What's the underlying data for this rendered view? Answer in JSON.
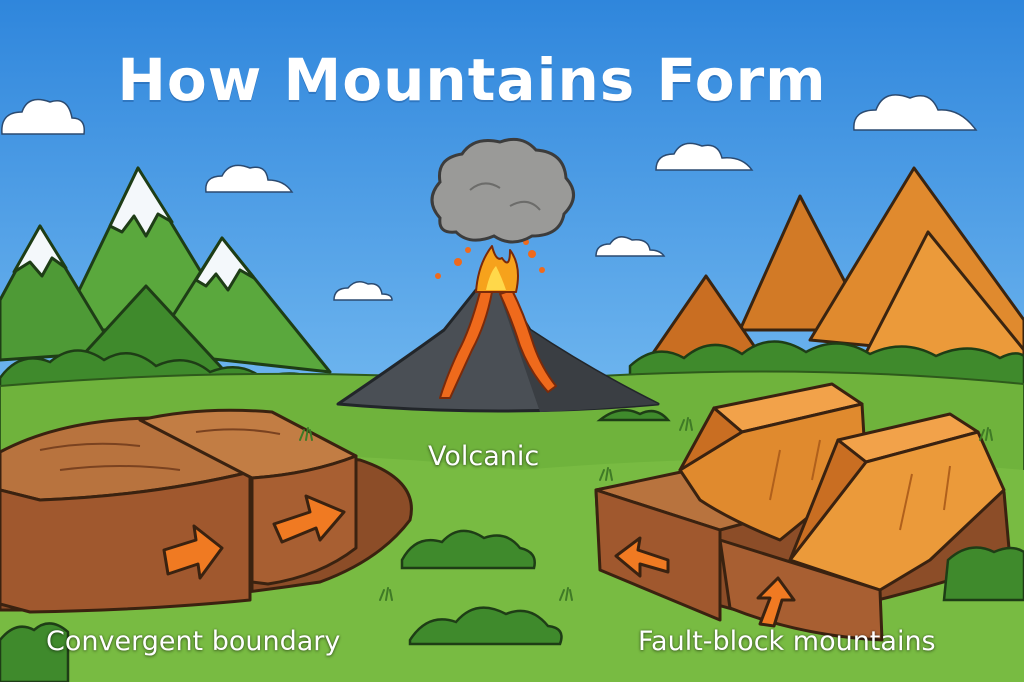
{
  "title": "How Mountains Form",
  "labels": {
    "volcanic": "Volcanic",
    "convergent": "Convergent boundary",
    "fault_block": "Fault-block mountains"
  },
  "colors": {
    "sky": "#3a8de0",
    "grass": "#6fb33c",
    "green_mountain": "#4e9a36",
    "snow": "#f4f8fb",
    "volcano_rock": "#4a4f55",
    "lava": "#ef6a1c",
    "smoke": "#9a9a98",
    "orange_mountain": "#e08a2e",
    "earth_block": "#a0582e",
    "arrow": "#f07a22",
    "outline": "#2b2016"
  }
}
